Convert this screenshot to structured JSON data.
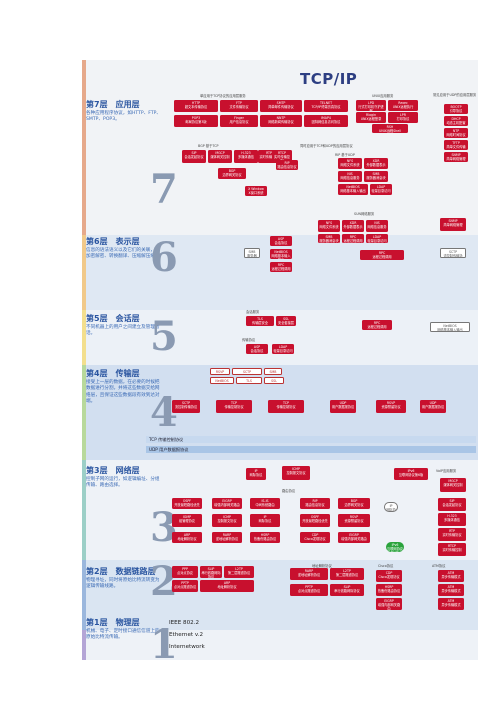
{
  "title": "TCP/IP",
  "colors": {
    "red": "#c8102e",
    "green": "#2aa33c",
    "band_app": "#f1f3f6",
    "band_pres": "#dfe8f3",
    "band_sess": "#ecf1f7",
    "band_trans": "#d2dff0",
    "band_net": "#eef2f7",
    "band_link": "#dae5f2",
    "band_phys": "#eef2f7"
  },
  "layers": [
    {
      "label": "第7层　应用层",
      "desc": "各种应用程序协议，如HTTP、FTP、SMTP、POP3。",
      "number": "7"
    },
    {
      "label": "第6层　表示层",
      "desc": "信息的语法语义以及它们的关联，如加密解密、转换翻译、压缩解压缩。",
      "number": "6"
    },
    {
      "label": "第5层　会话层",
      "desc": "不同机器上的用户之间建立及管理会话。",
      "number": "5"
    },
    {
      "label": "第4层　传输层",
      "desc": "接受上一层的数据，在必要的时候把数据进行分割，并将这些数据交给网络层，且保证这些数据段有效到达对端。",
      "number": "4"
    },
    {
      "label": "第3层　网络层",
      "desc": "控制子网的运行，如逻辑编址、分组传输、路由选择。",
      "number": "3"
    },
    {
      "label": "第2层　数据链路层",
      "desc": "物理寻址，同时将原始比特流转变为逻辑传输线路。",
      "number": "2"
    },
    {
      "label": "第1层　物理层",
      "desc": "机械、电子、定时接口通信信道上的原始比特流传输。",
      "number": "1"
    }
  ],
  "app_headers": {
    "tcp_apps": "单应用于TCP协议的应用层服务",
    "udp_apps": "UNIX应用服务",
    "tcp_udp": "常见应用于UDP的应用层服务",
    "voip": "VoIP应用服务",
    "multi": "同时应用于TCP和UDP的应用层协议",
    "bgp_tcp": "BGP 基于TCP",
    "rip_udp": "RIP 基于UDP",
    "sun": "SUN网络服务",
    "session": "会话服务",
    "transport": "传输协议",
    "routing": "路由协议",
    "arp_grp": "地址解析协议",
    "cisco": "Cisco协议",
    "atm": "ATM协议"
  },
  "boxes": {
    "http": "HTTP\n超文本传输协议",
    "ftp": "FTP\n文件传输协议",
    "smtp": "SMTP\n简单邮件传输协议",
    "telnet": "TELNET\nTCP/IP终端仿真协议",
    "pop3": "POP3\n邮局协议第3版",
    "finger": "Finger\n用户信息协议",
    "nntp": "NNTP\n网络新闻传输协议",
    "imap4": "IMAP4\n因特网信息访问协议",
    "lpd": "LPD\n行式打印机守护进程",
    "rlogin": "Rlogin\nUNIX远程登录",
    "rexec": "Rexec\nUNIX远程执行",
    "lpr": "LPR\n打印协议",
    "rsh": "RSH\nUNIX远程Shell",
    "bootp": "BOOTP\n引导协议",
    "dhcp": "DHCP\n动态主机配置",
    "ntp": "NTP\n网络时间协议",
    "tftp": "TFTP\n简单文件传输",
    "snmp": "SNMP\n简单网络管理",
    "sip": "SIP\n会话发起协议",
    "mgcp": "MGCP\n媒体网关控制",
    "h323": "H.323\n多媒体通信",
    "rtp": "RTP\n实时传输协议",
    "rtcp": "RTCP\n实时传输控制",
    "xwindow": "X Window\nX窗口系统",
    "bgp": "BGP\n边界网关协议",
    "rip": "RIP\n路由信息协议",
    "nfs": "NFS\n网络文件系统",
    "xdr": "XDR\n外部数据表示",
    "nis": "NIS\n网络信息服务",
    "smb": "SMB\n服务器消息块",
    "netbios": "NetBIOS\n网络基本输入输出",
    "tls": "TLS\n传输层安全",
    "ssl": "SSL\n安全套接层",
    "asp": "ASP\n会话协议",
    "rpc": "RPC\n远程过程调用",
    "ldap": "LDAP\n轻量目录访问",
    "tcp": "TCP\n传输控制协议",
    "udp": "UDP\n用户数据报协议",
    "sctp": "SCTP\n流控制传输协议",
    "rsvp": "RSVP\n资源预留协议",
    "ip": "IP\n网际协议",
    "ipv6": "IPv6\n互联网协议第6版",
    "icmp": "ICMP\n控制报文协议",
    "igmp": "IGMP\n组管理协议",
    "ospf": "OSPF\n开放最短路径优先",
    "eigrp": "EIGRP\n增强内部网关路由",
    "isis": "IS-IS\n中间系统路由",
    "arp": "ARP\n地址解析协议",
    "rarp": "RARP\n逆地址解析协议",
    "ppp": "PPP\n点对点协议",
    "slip": "SLIP\n串行线路网际协议",
    "l2tp": "L2TP\n第二层隧道协议",
    "pptp": "PPTP\n点对点隧道协议",
    "cdp": "CDP\nCisco发现协议",
    "hsrp": "HSRP\n热备份路由协议",
    "atm_aal": "ATM\n异步传输模式"
  },
  "bars": {
    "tcp_bar": "TCP 传输控制协议",
    "udp_bar": "UDP 用户数据报协议"
  },
  "physical": {
    "ieee": "IEEE 802.2",
    "ethernet": "Ethernet v.2",
    "internetwork": "Internetwork"
  }
}
